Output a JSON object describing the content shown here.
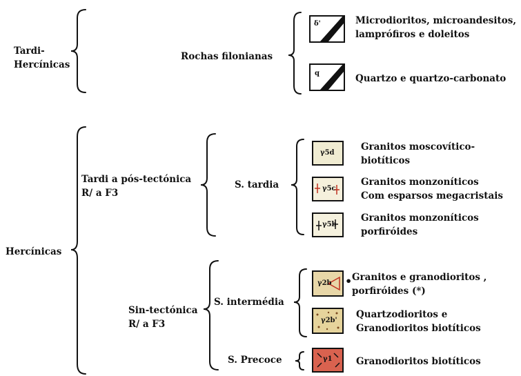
{
  "groups": {
    "tardi_hercinicas": {
      "line1": "Tardi-",
      "line2": "Hercínicas"
    },
    "hercinicas": "Hercínicas"
  },
  "rochas_filonianas": {
    "label": "Rochas filonianas",
    "items": [
      {
        "code": "δ'",
        "line1": "Microdioritos, microandesitos,",
        "line2": "lamprófiros e doleitos"
      },
      {
        "code": "q",
        "line1": "Quartzo e quartzo-carbonato"
      }
    ]
  },
  "tardi_pos": {
    "line1": "Tardi a pós-tectónica",
    "line2": "R/ a F3",
    "s_tardia": {
      "label": "S. tardia",
      "items": [
        {
          "code": "γ5d",
          "line1": "Granitos moscovítico-",
          "line2": "biotíticos",
          "color": "#f0ecd2"
        },
        {
          "code": "γ5c",
          "line1": "Granitos monzoníticos",
          "line2": "Com esparsos megacristais",
          "color": "#f5f0dc"
        },
        {
          "code": "γ5b",
          "line1": "Granitos monzoníticos",
          "line2": "porfiróides",
          "color": "#f5f1de"
        }
      ]
    }
  },
  "sin_tectonica": {
    "line1": "Sin-tectónica",
    "line2": "R/ a F3",
    "s_intermedia": {
      "label": "S. intermédia",
      "items": [
        {
          "code": "γ2b",
          "line1": "Granitos e granodioritos ,",
          "line2": "porfiróides (*)",
          "color": "#e8d7a8"
        },
        {
          "code": "γ2b'",
          "line1": "Quartzodioritos e",
          "line2": "Granodioritos biotíticos",
          "color": "#e6d49c"
        }
      ]
    },
    "s_precoce": {
      "label": "S. Precoce",
      "items": [
        {
          "code": "γ1",
          "line1": "Granodioritos biotíticos",
          "color": "#d9624f"
        }
      ]
    }
  },
  "marker": "•"
}
